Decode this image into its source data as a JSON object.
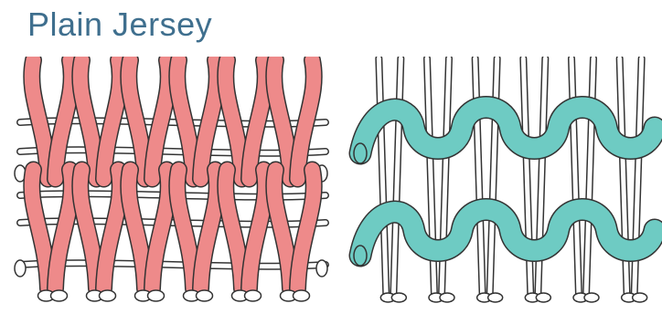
{
  "title": "Plain Jersey",
  "colors": {
    "title": "#3f6f8e",
    "face_yarn": "#ee8a8a",
    "back_yarn": "#6ecbc3",
    "outline": "#333333",
    "ghost_yarn": "#ffffff"
  },
  "panels": [
    {
      "view": "face",
      "stitch_columns": 6,
      "stitch_rows": 2
    },
    {
      "view": "back",
      "stitch_columns": 6,
      "stitch_rows": 2
    }
  ]
}
